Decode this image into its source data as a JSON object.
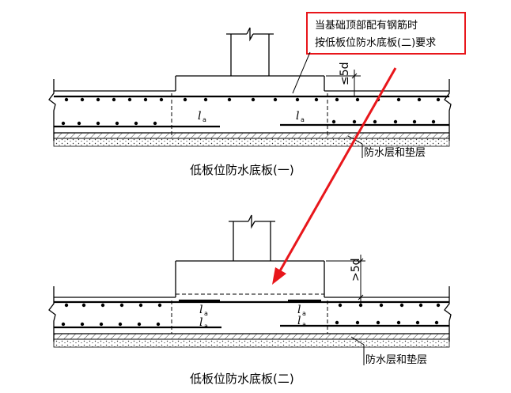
{
  "note": {
    "line1": "当基础顶部配有钢筋时",
    "line2": "按低板位防水底板(二)要求"
  },
  "diagram1": {
    "caption": "低板位防水底板(一)",
    "layer_label": "防水层和垫层",
    "dim_label": "≤5d",
    "anchor_label": "l",
    "anchor_sub": "a"
  },
  "diagram2": {
    "caption": "低板位防水底板(二)",
    "layer_label": "防水层和垫层",
    "dim_label": ">5d",
    "anchor_label": "l",
    "anchor_sub": "a"
  },
  "colors": {
    "line": "#000000",
    "annotation": "#e8161b",
    "hatch": "#555555"
  }
}
